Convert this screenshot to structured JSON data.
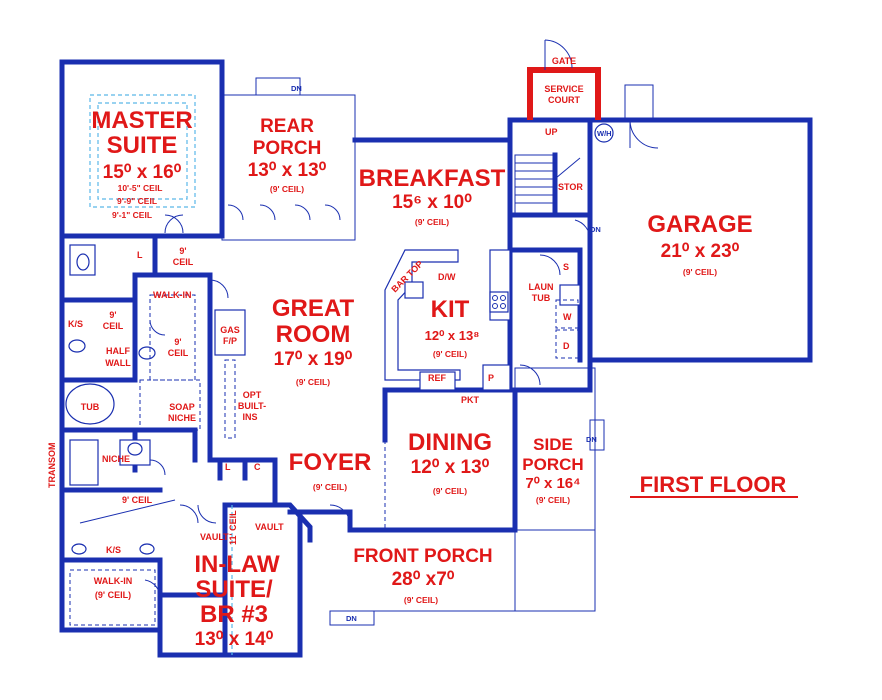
{
  "title": "FIRST FLOOR",
  "rooms": {
    "master_suite": {
      "name_1": "MASTER",
      "name_2": "SUITE",
      "dims": "15⁰ x 16⁰",
      "ceil_1": "10'-5\" CEIL",
      "ceil_2": "9'-9\" CEIL",
      "ceil_3": "9'-1\" CEIL"
    },
    "rear_porch": {
      "name_1": "REAR",
      "name_2": "PORCH",
      "dims": "13⁰ x 13⁰",
      "ceil": "(9' CEIL)"
    },
    "breakfast": {
      "name": "BREAKFAST",
      "dims": "15⁶ x 10⁰",
      "ceil": "(9' CEIL)"
    },
    "garage": {
      "name": "GARAGE",
      "dims": "21⁰ x 23⁰",
      "ceil": "(9' CEIL)"
    },
    "great_room": {
      "name_1": "GREAT",
      "name_2": "ROOM",
      "dims": "17⁰ x 19⁰",
      "ceil": "(9' CEIL)"
    },
    "kitchen": {
      "name": "KIT",
      "dims": "12⁰ x 13⁸",
      "ceil": "(9' CEIL)"
    },
    "foyer": {
      "name": "FOYER",
      "ceil": "(9' CEIL)"
    },
    "dining": {
      "name": "DINING",
      "dims": "12⁰ x 13⁰",
      "ceil": "(9' CEIL)"
    },
    "side_porch": {
      "name_1": "SIDE",
      "name_2": "PORCH",
      "dims": "7⁰ x 16⁴",
      "ceil": "(9' CEIL)"
    },
    "front_porch": {
      "name": "FRONT PORCH",
      "dims": "28⁰ x7⁰",
      "ceil": "(9' CEIL)"
    },
    "inlaw_suite": {
      "name_1": "IN-LAW",
      "name_2": "SUITE/",
      "name_3": "BR #3",
      "dims": "13⁰ x 14⁰"
    },
    "service_court": {
      "name_1": "SERVICE",
      "name_2": "COURT",
      "gate": "GATE"
    }
  },
  "labels": {
    "dn_rear": "DN",
    "dn_garage": "DN",
    "dn_side": "DN",
    "dn_front": "DN",
    "up": "UP",
    "wh": "W/H",
    "stor": "STOR",
    "ceil_9_hall": "9'",
    "ceil_9_hall_2": "CEIL",
    "l_upper": "L",
    "walk_in": "WALK-IN",
    "ks_upper": "K/S",
    "ceil_9_a": "9'",
    "ceil_a": "CEIL",
    "ceil_9_b": "9'",
    "ceil_b": "CEIL",
    "half_wall_1": "HALF",
    "half_wall_2": "WALL",
    "tub": "TUB",
    "soap_1": "SOAP",
    "soap_2": "NICHE",
    "gas_1": "GAS",
    "gas_2": "F/P",
    "opt_1": "OPT",
    "opt_2": "BUILT-",
    "opt_3": "INS",
    "bar_top": "BAR TOP",
    "dw": "D/W",
    "ref": "REF",
    "p": "P",
    "pkt": "PKT",
    "laun_1": "LAUN",
    "laun_2": "TUB",
    "s": "S",
    "w": "W",
    "d": "D",
    "transom": "TRANSOM",
    "niche": "NICHE",
    "ceil_9_lower": "9' CEIL",
    "l_lower": "L",
    "c_lower": "C",
    "vault_1": "VAULT",
    "vault_2": "VAULT",
    "ceil_11": "11' CEIL",
    "ks_lower": "K/S",
    "walk_in_lower": "WALK-IN",
    "walk_in_lower_ceil": "(9' CEIL)"
  },
  "colors": {
    "wall": "#1a2fb0",
    "text": "#e01818",
    "dashed": "#5ab8e8"
  }
}
